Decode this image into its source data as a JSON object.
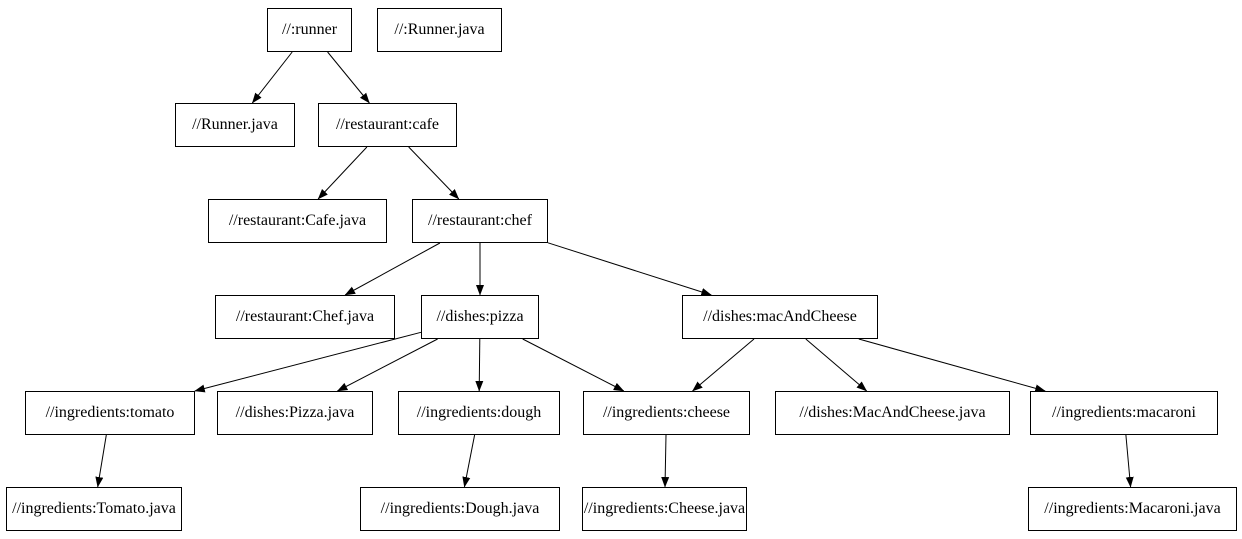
{
  "graph": {
    "title": "build-dependency-graph",
    "background_color": "#ffffff",
    "node_fill_color": "#ffffff",
    "node_border_color": "#000000",
    "text_color": "#000000",
    "edge_color": "#000000",
    "nodes": [
      {
        "id": "runner",
        "label": "//:runner"
      },
      {
        "id": "runner-java-target",
        "label": "//:Runner.java"
      },
      {
        "id": "runner-java",
        "label": "//Runner.java"
      },
      {
        "id": "cafe",
        "label": "//restaurant:cafe"
      },
      {
        "id": "cafe-java",
        "label": "//restaurant:Cafe.java"
      },
      {
        "id": "chef",
        "label": "//restaurant:chef"
      },
      {
        "id": "chef-java",
        "label": "//restaurant:Chef.java"
      },
      {
        "id": "pizza",
        "label": "//dishes:pizza"
      },
      {
        "id": "mac-and-cheese",
        "label": "//dishes:macAndCheese"
      },
      {
        "id": "tomato",
        "label": "//ingredients:tomato"
      },
      {
        "id": "pizza-java",
        "label": "//dishes:Pizza.java"
      },
      {
        "id": "dough",
        "label": "//ingredients:dough"
      },
      {
        "id": "cheese",
        "label": "//ingredients:cheese"
      },
      {
        "id": "mac-and-cheese-java",
        "label": "//dishes:MacAndCheese.java"
      },
      {
        "id": "macaroni",
        "label": "//ingredients:macaroni"
      },
      {
        "id": "tomato-java",
        "label": "//ingredients:Tomato.java"
      },
      {
        "id": "dough-java",
        "label": "//ingredients:Dough.java"
      },
      {
        "id": "cheese-java",
        "label": "//ingredients:Cheese.java"
      },
      {
        "id": "macaroni-java",
        "label": "//ingredients:Macaroni.java"
      }
    ],
    "edges": [
      {
        "from": "runner",
        "to": "runner-java"
      },
      {
        "from": "runner",
        "to": "cafe"
      },
      {
        "from": "cafe",
        "to": "cafe-java"
      },
      {
        "from": "cafe",
        "to": "chef"
      },
      {
        "from": "chef",
        "to": "chef-java"
      },
      {
        "from": "chef",
        "to": "pizza"
      },
      {
        "from": "chef",
        "to": "mac-and-cheese"
      },
      {
        "from": "pizza",
        "to": "tomato"
      },
      {
        "from": "pizza",
        "to": "pizza-java"
      },
      {
        "from": "pizza",
        "to": "dough"
      },
      {
        "from": "pizza",
        "to": "cheese"
      },
      {
        "from": "mac-and-cheese",
        "to": "cheese"
      },
      {
        "from": "mac-and-cheese",
        "to": "mac-and-cheese-java"
      },
      {
        "from": "mac-and-cheese",
        "to": "macaroni"
      },
      {
        "from": "tomato",
        "to": "tomato-java"
      },
      {
        "from": "dough",
        "to": "dough-java"
      },
      {
        "from": "cheese",
        "to": "cheese-java"
      },
      {
        "from": "macaroni",
        "to": "macaroni-java"
      }
    ]
  }
}
